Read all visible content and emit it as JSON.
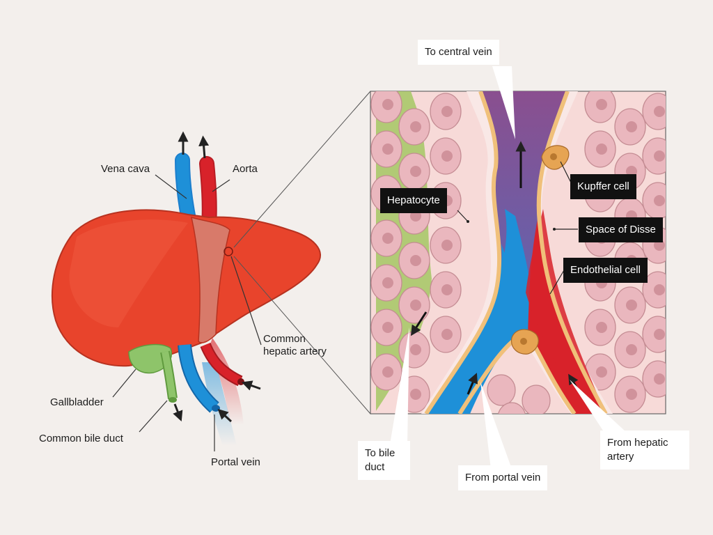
{
  "liver_labels": {
    "vena_cava": "Vena cava",
    "aorta": "Aorta",
    "common_hepatic_artery_line1": "Common",
    "common_hepatic_artery_line2": "hepatic artery",
    "gallbladder": "Gallbladder",
    "common_bile_duct": "Common bile duct",
    "portal_vein": "Portal vein"
  },
  "lobule_labels": {
    "hepatocyte": "Hepatocyte",
    "kupffer_cell": "Kupffer cell",
    "space_of_disse": "Space of Disse",
    "endothelial_cell": "Endothelial cell"
  },
  "flow_labels": {
    "to_central_vein": "To central vein",
    "to_bile_duct_line1": "To bile",
    "to_bile_duct_line2": "duct",
    "from_portal_vein": "From portal vein",
    "from_hepatic_artery_line1": "From hepatic",
    "from_hepatic_artery_line2": "artery"
  },
  "colors": {
    "background": "#f3efec",
    "liver": "#e8442c",
    "vein_blue": "#1e90d8",
    "artery_red": "#d8222a",
    "bile_green": "#9bc25a",
    "central_vein_purple": "#8a4f8f",
    "hepatocyte_pink": "#eab7be"
  }
}
